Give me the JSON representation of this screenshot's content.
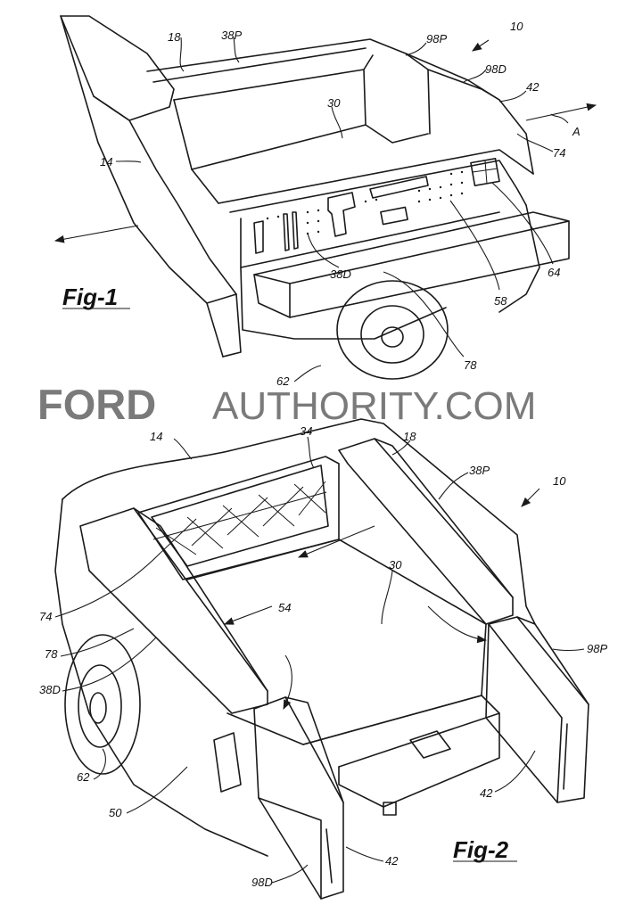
{
  "watermark": {
    "brand": "FORD",
    "site": "AUTHORITY.COM"
  },
  "figure1": {
    "caption": "Fig-1",
    "refs": {
      "r10": "10",
      "r18": "18",
      "r38P": "38P",
      "r98P": "98P",
      "r98D": "98D",
      "r42": "42",
      "rA": "A",
      "r30": "30",
      "r14": "14",
      "r74": "74",
      "r38D": "38D",
      "r58": "58",
      "r64": "64",
      "r78": "78",
      "r62": "62"
    }
  },
  "figure2": {
    "caption": "Fig-2",
    "refs": {
      "r14": "14",
      "r34": "34",
      "r18": "18",
      "r38P": "38P",
      "r10": "10",
      "r30": "30",
      "r54": "54",
      "r74": "74",
      "r78": "78",
      "r38D": "38D",
      "r98P": "98P",
      "r62": "62",
      "r42a": "42",
      "r50": "50",
      "r98D": "98D",
      "r42b": "42"
    }
  }
}
